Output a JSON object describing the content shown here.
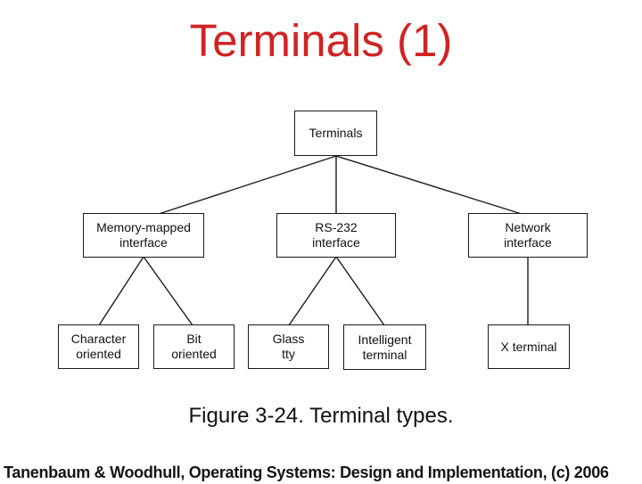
{
  "slide": {
    "title": "Terminals (1)",
    "caption": "Figure 3-24. Terminal types.",
    "footer": "Tanenbaum & Woodhull, Operating Systems: Design and Implementation, (c) 2006",
    "colors": {
      "title_red": "#d02424",
      "diagram_ink": "#1a1a1a",
      "text": "#111111",
      "background": "#ffffff"
    }
  },
  "diagram": {
    "type": "tree",
    "nodes": [
      {
        "id": "terminals",
        "label": "Terminals",
        "parent": null
      },
      {
        "id": "memory-mapped-interface",
        "label": "Memory-mapped\ninterface",
        "parent": "terminals"
      },
      {
        "id": "rs-232-interface",
        "label": "RS-232\ninterface",
        "parent": "terminals"
      },
      {
        "id": "network-interface",
        "label": "Network\ninterface",
        "parent": "terminals"
      },
      {
        "id": "character-oriented",
        "label": "Character\noriented",
        "parent": "memory-mapped-interface"
      },
      {
        "id": "bit-oriented",
        "label": "Bit\noriented",
        "parent": "memory-mapped-interface"
      },
      {
        "id": "glass-tty",
        "label": "Glass\ntty",
        "parent": "rs-232-interface"
      },
      {
        "id": "intelligent-terminal",
        "label": "Intelligent\nterminal",
        "parent": "rs-232-interface"
      },
      {
        "id": "x-terminal",
        "label": "X terminal",
        "parent": "network-interface"
      }
    ]
  }
}
